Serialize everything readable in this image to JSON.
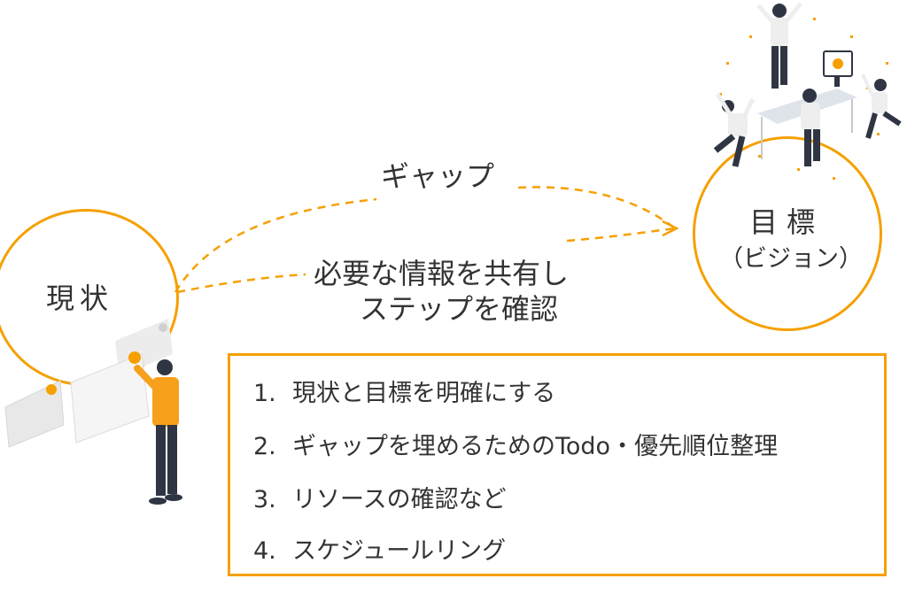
{
  "current": {
    "label": "現状"
  },
  "goal": {
    "title": "目標",
    "subtitle": "（ビジョン）"
  },
  "gap": {
    "label": "ギャップ"
  },
  "share": {
    "line1": "必要な情報を共有し",
    "line2": "ステップを確認"
  },
  "steps": [
    {
      "number": "1.",
      "text": "現状と目標を明確にする"
    },
    {
      "number": "2.",
      "text": "ギャップを埋めるためのTodo・優先順位整理"
    },
    {
      "number": "3.",
      "text": "リソースの確認など"
    },
    {
      "number": "4.",
      "text": "スケジュールリング"
    }
  ],
  "colors": {
    "accent": "#f5a000",
    "text": "#333333",
    "figure_shirt": "#f7a01c",
    "figure_pants": "#2f3542"
  },
  "illustrations": [
    "person-at-board-illustration",
    "team-celebrating-illustration"
  ]
}
